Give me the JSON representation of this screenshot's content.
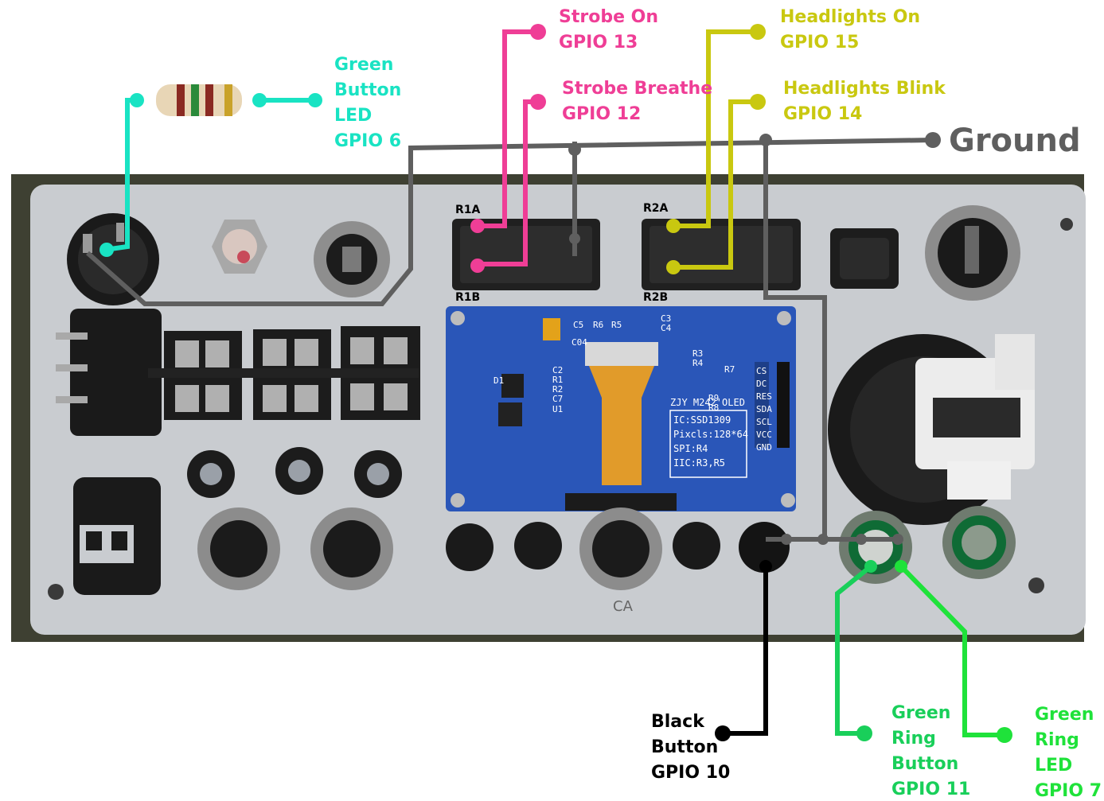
{
  "colors": {
    "teal": "#19e3c3",
    "pink": "#ef3e96",
    "yellow": "#c9c810",
    "gray": "#5f5f5f",
    "black": "#000000",
    "green": "#19cf5a",
    "lime": "#1fe23a",
    "panel": "#c9ccd0",
    "frame": "#3e4032",
    "oled": "#2a56b8"
  },
  "labels": {
    "green_button_led": [
      "Green",
      "Button",
      "LED",
      "GPIO 6"
    ],
    "strobe_on": [
      "Strobe On",
      "GPIO 13"
    ],
    "strobe_breathe": [
      "Strobe Breathe",
      "GPIO 12"
    ],
    "headlights_on": [
      "Headlights On",
      "GPIO 15"
    ],
    "headlights_blink": [
      "Headlights Blink",
      "GPIO 14"
    ],
    "ground": "Ground",
    "black_button": [
      "Black",
      "Button",
      "GPIO 10"
    ],
    "green_ring_button": [
      "Green",
      "Ring",
      "Button",
      "GPIO 11"
    ],
    "green_ring_led": [
      "Green",
      "Ring",
      "LED",
      "GPIO 7"
    ]
  },
  "relays": {
    "r1a": "R1A",
    "r1b": "R1B",
    "r2a": "R2A",
    "r2b": "R2B"
  },
  "oled": {
    "text_lines": [
      "ZJY M242'OLED",
      "IC:SSD1309",
      "Pixcls:128*64",
      "SPI:R4",
      "IIC:R3,R5"
    ],
    "pins": [
      "CS",
      "DC",
      "RES",
      "SDA",
      "SCL",
      "VCC",
      "GND"
    ],
    "silk": [
      "C5",
      "R6",
      "R5",
      "C3",
      "C4",
      "C2",
      "R1",
      "R2",
      "C7",
      "U1",
      "D1",
      "R3",
      "R4",
      "R7",
      "R9",
      "R8",
      "C04"
    ]
  },
  "panel_marking": "CA"
}
